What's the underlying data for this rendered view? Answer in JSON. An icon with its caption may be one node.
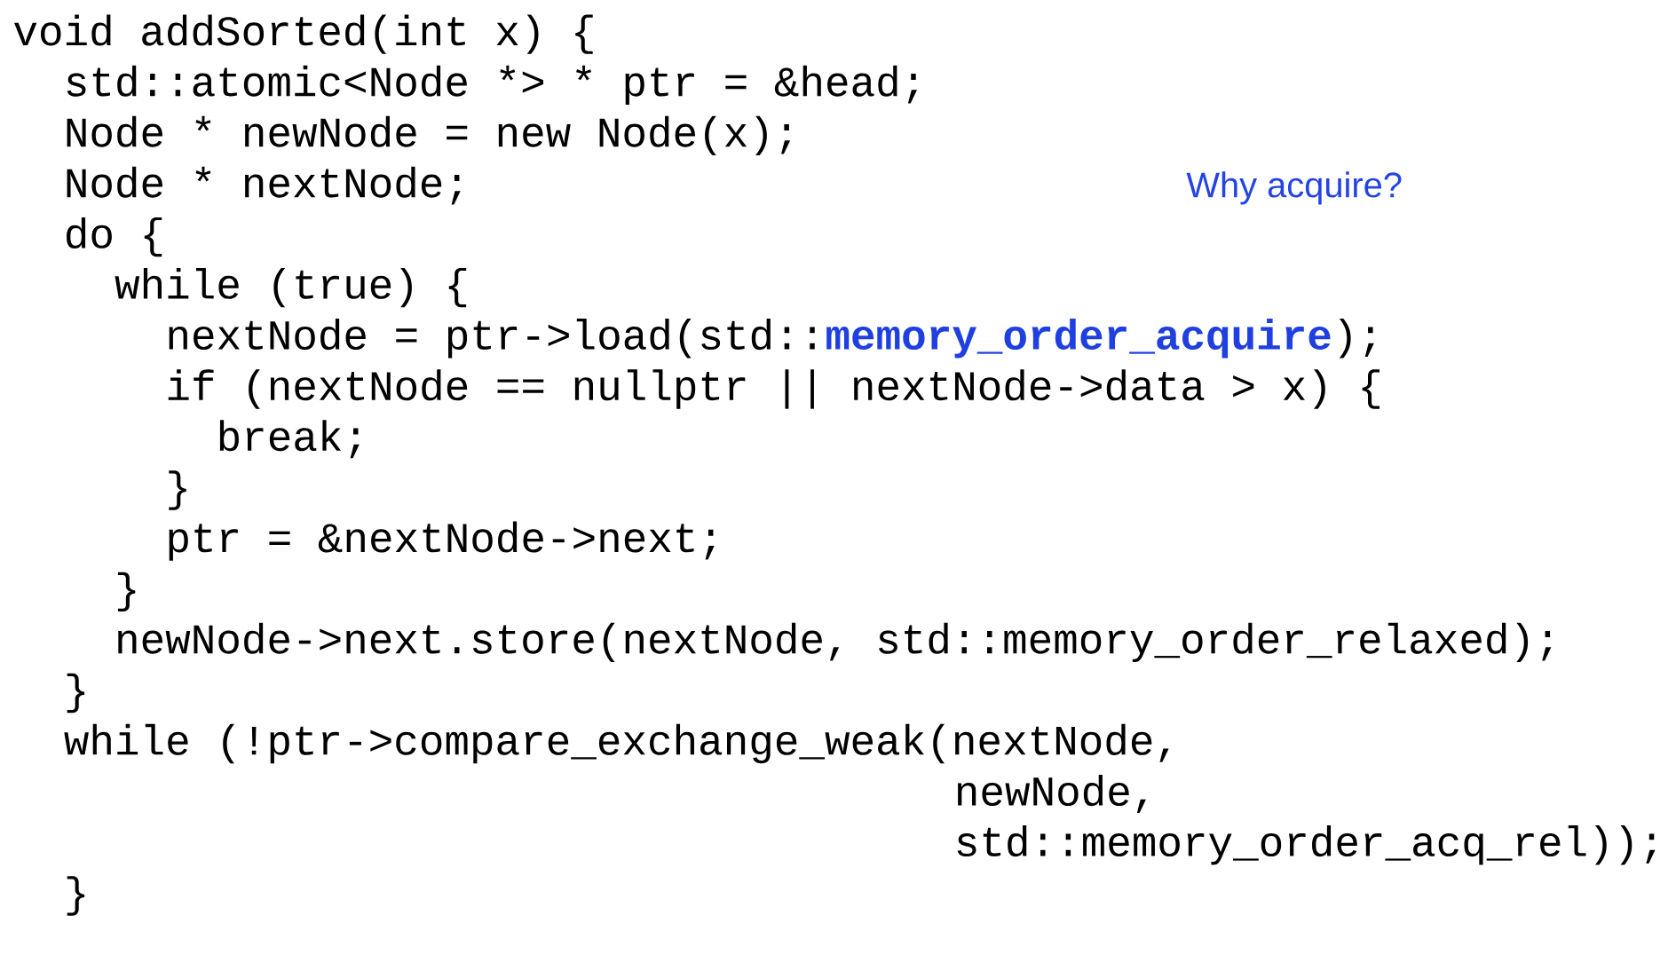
{
  "diagram": {
    "labels": [
      "void addSorted(int x) {",
      "std::atomic<Node *> * ptr = &head;",
      "Node * newNode = new Node(x);",
      "Node * nextNode;",
      "Why acquire?",
      "do {",
      "while (true) {",
      "nextNode = ptr->load(std::**memory_order_acquire**);",
      "if (nextNode == nullptr || nextNode->data > x) {",
      "break;",
      "}",
      "ptr = &nextNode->next;",
      "}",
      "newNode->next.store(nextNode, std::memory_order_relaxed);",
      "}",
      "while (!ptr->compare_exchange_weak(nextNode,",
      "newNode,",
      "std::memory_order_acq_rel));",
      "}"
    ]
  }
}
